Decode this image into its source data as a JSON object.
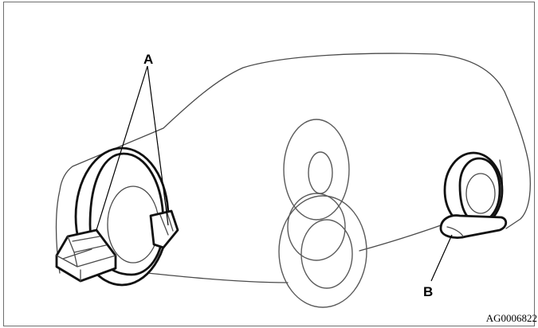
{
  "figure": {
    "callouts": {
      "a": "A",
      "b": "B"
    },
    "code": "AG0006822"
  }
}
